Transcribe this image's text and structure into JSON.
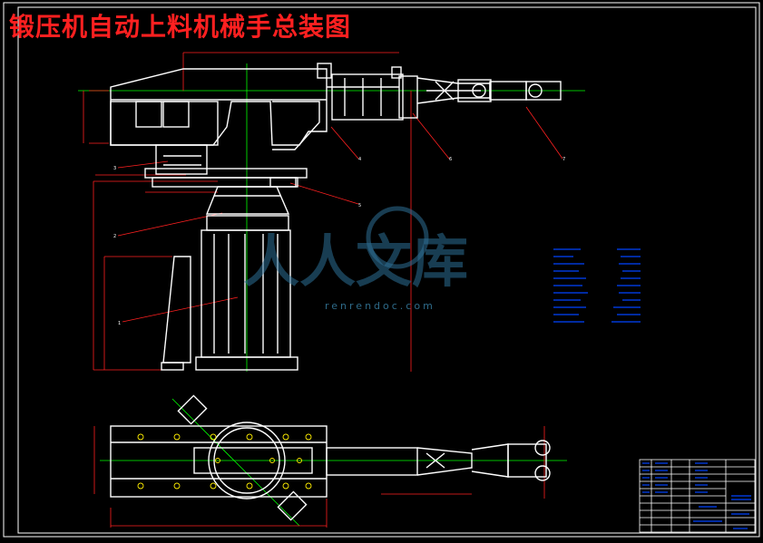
{
  "title": "锻压机自动上料机械手总装图",
  "watermark": {
    "brand": "人人文库",
    "url": "renrendoc.com"
  },
  "callouts": [
    "1",
    "2",
    "3",
    "4",
    "5",
    "6",
    "7"
  ],
  "colors": {
    "background": "#000000",
    "outline": "#ffffff",
    "dimension": "#ff2020",
    "centerline": "#00ff00",
    "spec": "#0044ff",
    "title": "#ff2020"
  }
}
